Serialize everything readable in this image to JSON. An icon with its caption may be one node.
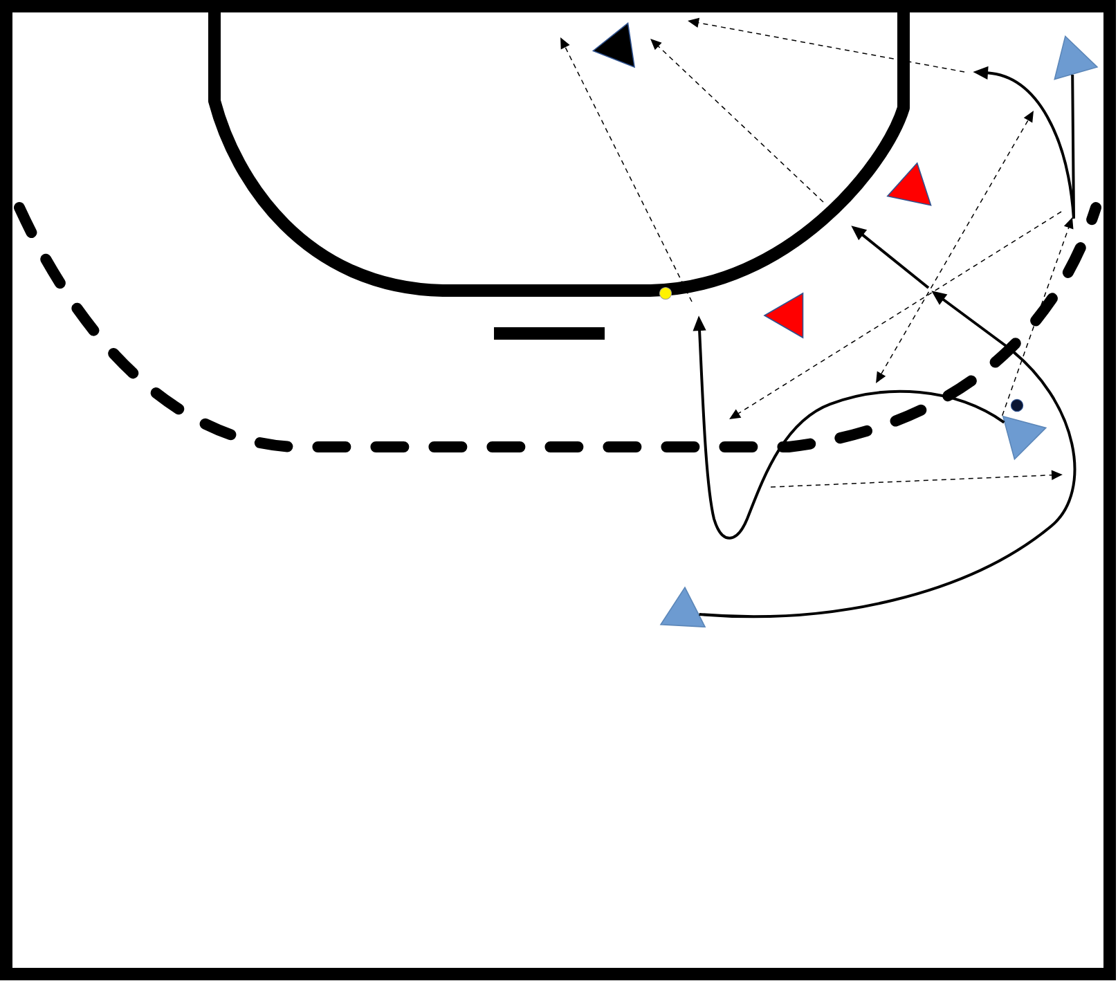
{
  "diagram": {
    "nodes": [
      {
        "text": [],
        "shape": "triangle"
      },
      {
        "text": [],
        "shape": "triangle"
      },
      {
        "text": [],
        "shape": "triangle"
      },
      {
        "text": [],
        "shape": "triangle"
      },
      {
        "text": [],
        "shape": "triangle"
      },
      {
        "text": [],
        "shape": "triangle"
      }
    ],
    "edges": [
      {
        "from": 1,
        "to": null,
        "arrow": "to"
      },
      {
        "from": 4,
        "to": null,
        "arrow": "to",
        "style": "dashed"
      },
      {
        "from": 4,
        "to": null,
        "arrow": "to"
      },
      {
        "from": 5,
        "to": null,
        "arrow": "to"
      }
    ]
  }
}
